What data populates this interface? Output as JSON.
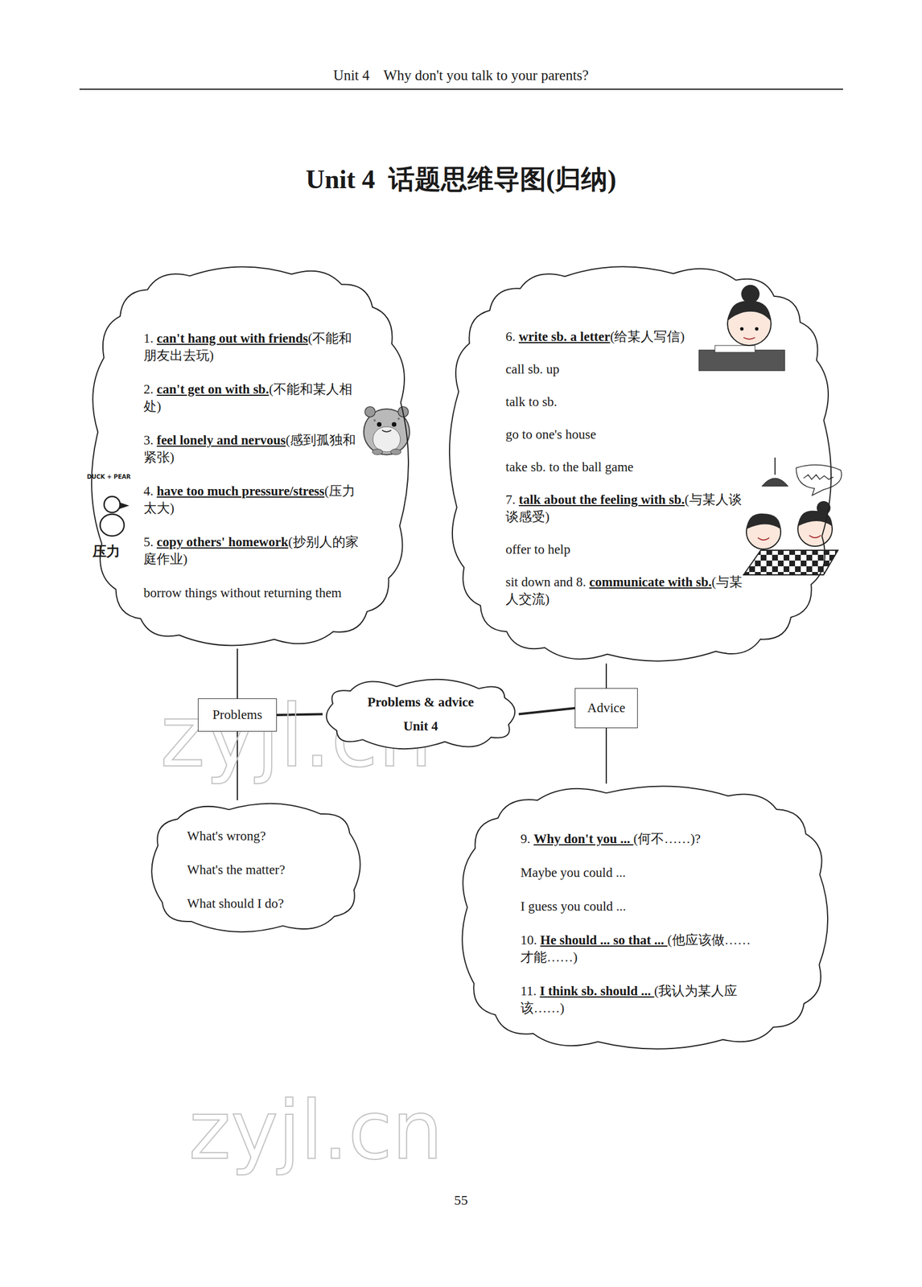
{
  "diagram": {
    "title": "Unit 4  话题思维导图(归纳)",
    "nodes": [
      {
        "text": [
          "1. can't hang out with friends(不能和朋友出去玩)",
          "2. can't get on with sb.(不能和某人相处)",
          "3. feel lonely and nervous(感到孤独和紧张)",
          "4. have too much pressure/stress(压力太大)",
          "5. copy others' homework(抄别人的家庭作业)",
          "borrow things without returning them"
        ]
      },
      {
        "text": [
          "6. write sb. a letter(给某人写信)",
          "call sb. up",
          "talk to sb.",
          "go to one's house",
          "take sb. to the ball game",
          "7. talk about the feeling with sb.(与某人谈谈感受)",
          "offer to help",
          "sit down and 8. communicate with sb.(与某人交流)"
        ]
      },
      {
        "text": [
          "Problems & advice",
          "Unit 4"
        ]
      },
      {
        "text": [
          "Problems"
        ]
      },
      {
        "text": [
          "Advice"
        ]
      },
      {
        "text": [
          "What's wrong?",
          "What's the matter?",
          "What should I do?"
        ]
      },
      {
        "text": [
          "9. Why don't you ... (何不……)?",
          "Maybe you could ...",
          "I guess you could ...",
          "10. He should ... so that ... (他应该做……才能……)",
          "11. I think sb. should ... (我认为某人应该……)"
        ]
      }
    ],
    "edges": [
      {
        "from": 2,
        "to": 3,
        "arrow": "none"
      },
      {
        "from": 2,
        "to": 4,
        "arrow": "none"
      },
      {
        "from": 3,
        "to": 0,
        "arrow": "none"
      },
      {
        "from": 3,
        "to": 5,
        "arrow": "none"
      },
      {
        "from": 4,
        "to": 1,
        "arrow": "none"
      },
      {
        "from": 4,
        "to": 6,
        "arrow": "none"
      }
    ],
    "labels": [
      "Unit 4    Why don't you talk to your parents?",
      "55",
      "zyjl.cn",
      "zyjl.cn",
      "DUCK + PEAR",
      "压力"
    ]
  }
}
